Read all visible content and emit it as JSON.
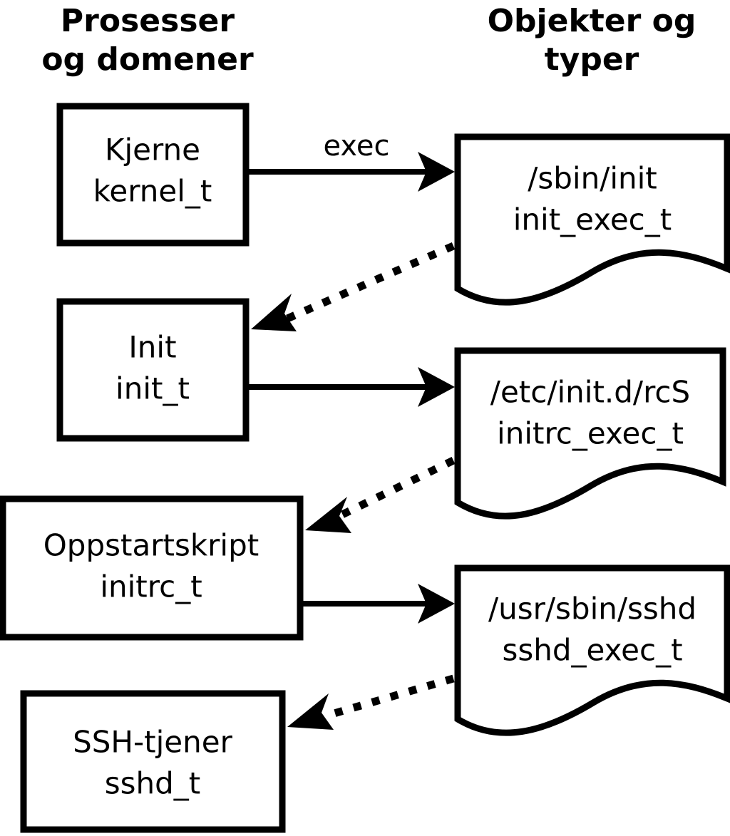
{
  "diagram": {
    "title_left": "Prosesser\nog domener",
    "columns": [
      {
        "id": "processes",
        "line1": "Prosesser",
        "line2": "og domener"
      },
      {
        "id": "objects",
        "line1": "Objekter og",
        "line2": "typer"
      }
    ],
    "colors": {
      "background": "#ffffff",
      "stroke": "#000000",
      "text": "#000000"
    },
    "processes": [
      {
        "id": "kernel",
        "line1": "Kjerne",
        "line2": "kernel_t"
      },
      {
        "id": "init",
        "line1": "Init",
        "line2": "init_t"
      },
      {
        "id": "initrc",
        "line1": "Oppstartskript",
        "line2": "initrc_t"
      },
      {
        "id": "sshd",
        "line1": "SSH-tjener",
        "line2": "sshd_t"
      }
    ],
    "objects": [
      {
        "id": "init_exec",
        "line1": "/sbin/init",
        "line2": "init_exec_t"
      },
      {
        "id": "initrc_exec",
        "line1": "/etc/init.d/rcS",
        "line2": "initrc_exec_t"
      },
      {
        "id": "sshd_exec",
        "line1": "/usr/sbin/sshd",
        "line2": "sshd_exec_t"
      }
    ],
    "edges": [
      {
        "id": "kernel-to-init_exec",
        "from": "kernel",
        "to": "init_exec",
        "style": "solid",
        "label": "exec"
      },
      {
        "id": "init_exec-to-init",
        "from": "init_exec",
        "to": "init",
        "style": "dotted",
        "label": ""
      },
      {
        "id": "init-to-initrc_exec",
        "from": "init",
        "to": "initrc_exec",
        "style": "solid",
        "label": ""
      },
      {
        "id": "initrc_exec-to-initrc",
        "from": "initrc_exec",
        "to": "initrc",
        "style": "dotted",
        "label": ""
      },
      {
        "id": "initrc-to-sshd_exec",
        "from": "initrc",
        "to": "sshd_exec",
        "style": "solid",
        "label": ""
      },
      {
        "id": "sshd_exec-to-sshd",
        "from": "sshd_exec",
        "to": "sshd",
        "style": "dotted",
        "label": ""
      }
    ]
  }
}
